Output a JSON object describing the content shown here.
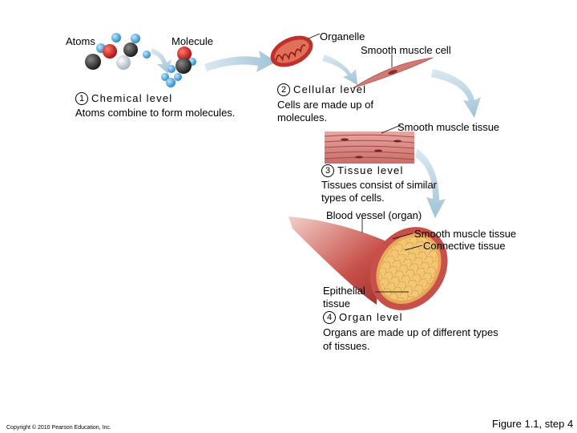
{
  "labels": {
    "atoms": "Atoms",
    "molecule": "Molecule",
    "organelle": "Organelle",
    "smooth_muscle_cell": "Smooth muscle cell",
    "smooth_muscle_tissue_top": "Smooth muscle tissue",
    "blood_vessel": "Blood vessel (organ)",
    "smooth_muscle_tissue_vessel": "Smooth muscle tissue",
    "connective_tissue": "Connective tissue",
    "epithelial_tissue_line1": "Epithelial",
    "epithelial_tissue_line2": "tissue"
  },
  "levels": {
    "chemical": {
      "number": "1",
      "title": "Chemical level",
      "desc": "Atoms combine to form molecules."
    },
    "cellular": {
      "number": "2",
      "title": "Cellular level",
      "desc_line1": "Cells are made up of",
      "desc_line2": "molecules."
    },
    "tissue": {
      "number": "3",
      "title": "Tissue level",
      "desc_line1": "Tissues consist of similar",
      "desc_line2": "types of cells."
    },
    "organ": {
      "number": "4",
      "title": "Organ level",
      "desc_line1": "Organs are made up of different types",
      "desc_line2": "of tissues."
    }
  },
  "footer": {
    "copyright": "Copyright © 2010 Pearson Education, Inc.",
    "figure": "Figure 1.1, step 4"
  },
  "colors": {
    "arrow": "#a9c9d9",
    "muscle": "#d98a86",
    "muscle_dark": "#b8504f",
    "vessel_wall": "#c8504a",
    "vessel_inner": "#f0c070",
    "mitochondrion": "#c0302a",
    "atom_dark": "#333333",
    "atom_red": "#d42020",
    "atom_blue": "#4aa6d8",
    "atom_light": "#c8d0d8"
  }
}
